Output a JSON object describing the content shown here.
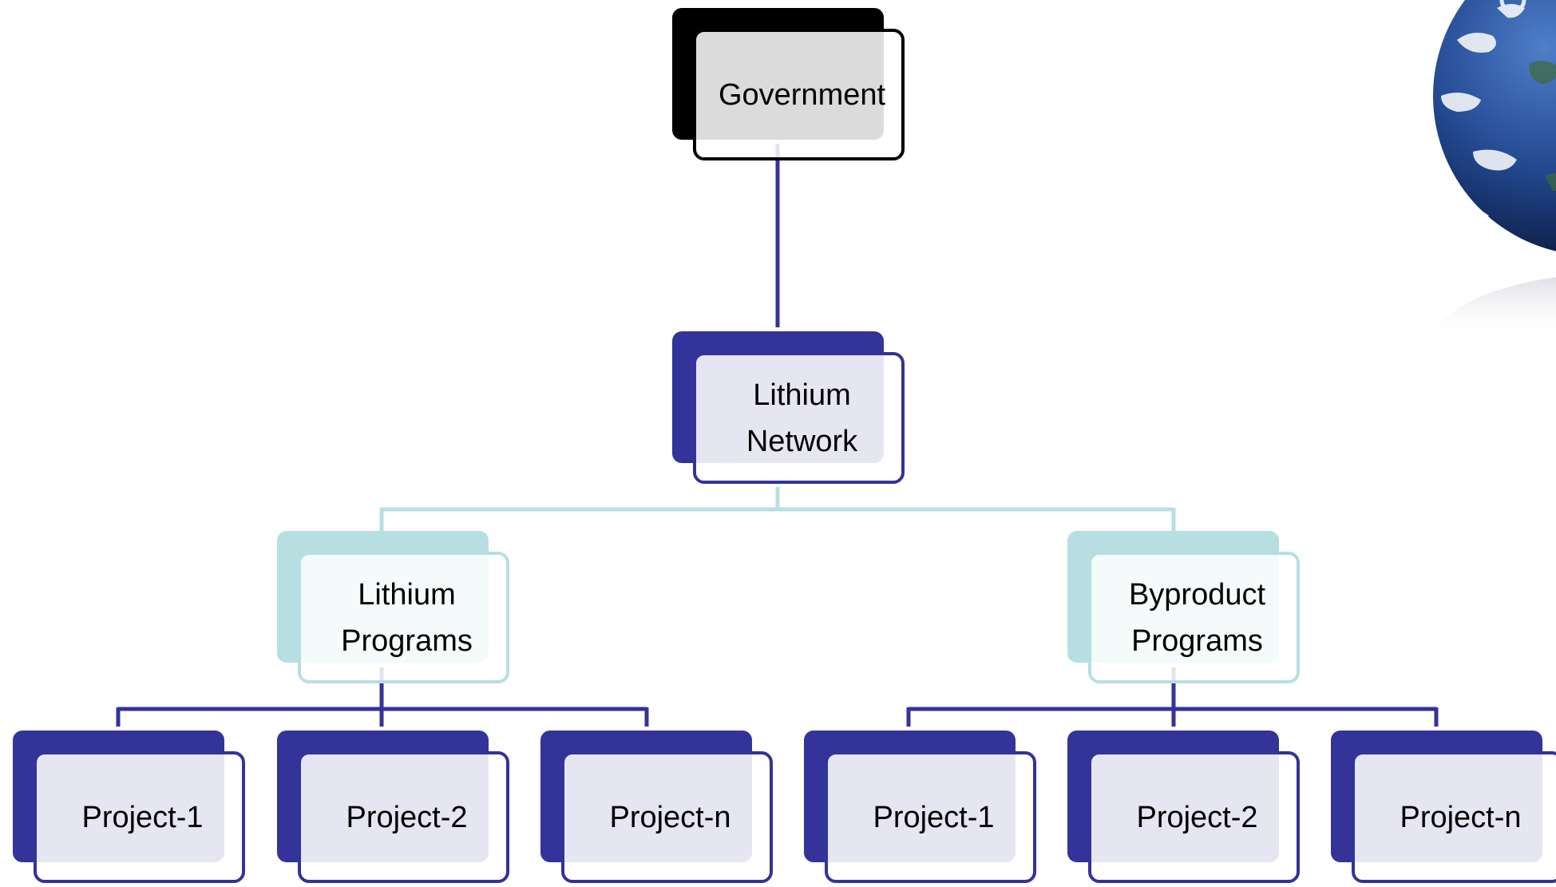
{
  "colors": {
    "root": "#000000",
    "navy": "#333399",
    "teal": "#b7dfe1"
  },
  "nodes": {
    "root": {
      "label": "Government"
    },
    "network": {
      "label": "Lithium\nNetwork"
    },
    "lithium_programs": {
      "label": "Lithium\nPrograms"
    },
    "byproduct_programs": {
      "label": "Byproduct\nPrograms"
    },
    "lithium_projects": [
      {
        "label": "Project-1"
      },
      {
        "label": "Project-2"
      },
      {
        "label": "Project-n"
      }
    ],
    "byproduct_projects": [
      {
        "label": "Project-1"
      },
      {
        "label": "Project-2"
      },
      {
        "label": "Project-n"
      }
    ]
  },
  "decor": {
    "globe": "earth-globe-image"
  }
}
